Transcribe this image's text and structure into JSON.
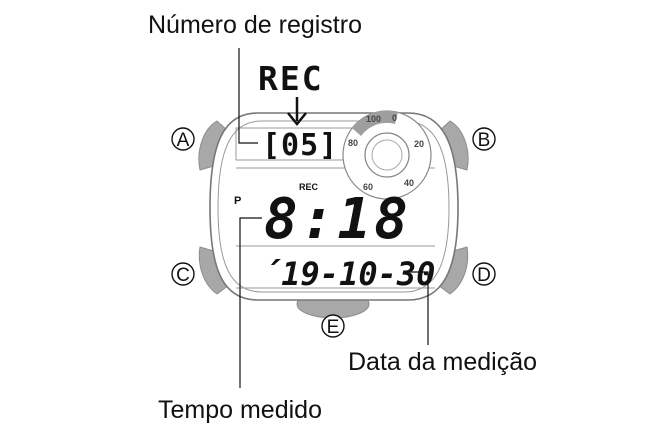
{
  "labels": {
    "record_number": "Número de registro",
    "measurement_date": "Data da medição",
    "elapsed_time": "Tempo medido"
  },
  "display": {
    "rec_big": "REC",
    "record_value": "[05]",
    "rec_small": "REC",
    "pm_indicator": "P",
    "time": "8:18",
    "date": "´19-10-30"
  },
  "buttons": {
    "a": "A",
    "b": "B",
    "c": "C",
    "d": "D",
    "e": "E"
  },
  "bezel_scale": [
    "100",
    "0",
    "20",
    "40",
    "60",
    "80"
  ],
  "colors": {
    "button_gray": "#a8a8a8",
    "bezel_gray": "#9e9e9e",
    "outline": "#777777",
    "lcd_ink": "#111111"
  }
}
